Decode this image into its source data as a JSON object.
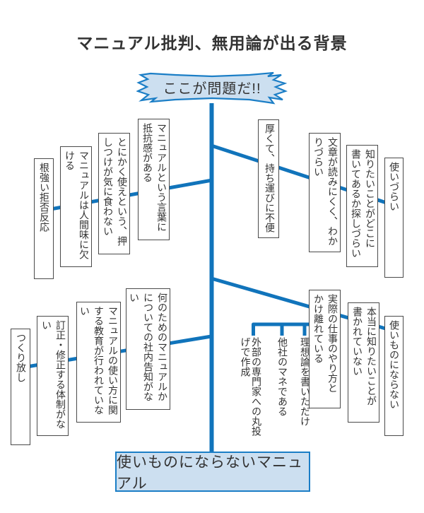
{
  "title": "マニュアル批判、無用論が出る背景",
  "banner": {
    "label": "ここが問題だ!!"
  },
  "result_box": {
    "label": "使いものにならないマニュアル"
  },
  "colors": {
    "line_blue": "#1174bb",
    "shape_border_blue": "#1b7ec6",
    "shape_fill_blue": "#ccdff0",
    "box_border_gray": "#4a4a4a",
    "text": "#333333"
  },
  "branches": {
    "upper_left": {
      "items": [
        {
          "lines": [
            "マニュアルという言葉に",
            "抵抗感がある"
          ]
        },
        {
          "lines": [
            "とにかく使えという、押",
            "しつけが気に食わない"
          ]
        },
        {
          "lines": [
            "マニュアルは人間味に欠",
            "ける"
          ]
        },
        {
          "lines": [
            "根強い拒否反応"
          ]
        }
      ]
    },
    "upper_right": {
      "items": [
        {
          "lines": [
            "厚くて、持ち運びに不便"
          ]
        },
        {
          "lines": [
            "文章が読みにくく、わか",
            "りづらい"
          ]
        },
        {
          "lines": [
            "知りたいことがどこに",
            "書いてあるか探しづらい"
          ]
        },
        {
          "lines": [
            "使いづらい"
          ]
        }
      ]
    },
    "lower_left": {
      "items": [
        {
          "lines": [
            "何のためのマニュアルか",
            "についての社内告知がな",
            "い"
          ]
        },
        {
          "lines": [
            "マニュアルの使い方に関",
            "する教育が行われていな",
            "い"
          ]
        },
        {
          "lines": [
            "訂正・修正する体制がな",
            "い"
          ]
        },
        {
          "lines": [
            "つくり放し"
          ]
        }
      ]
    },
    "lower_right": {
      "items": [
        {
          "lines": [
            "実際の仕事のやり方と",
            "かけ離れている"
          ]
        },
        {
          "lines": [
            "本当に知りたいことが",
            "書かれていない"
          ]
        },
        {
          "lines": [
            "使いものにならない"
          ]
        }
      ],
      "sub_items": [
        {
          "lines": [
            "理想論を書いただけ"
          ]
        },
        {
          "lines": [
            "他社のマネである"
          ]
        },
        {
          "lines": [
            "外部の専門家への丸投",
            "げで作成"
          ]
        }
      ]
    }
  }
}
